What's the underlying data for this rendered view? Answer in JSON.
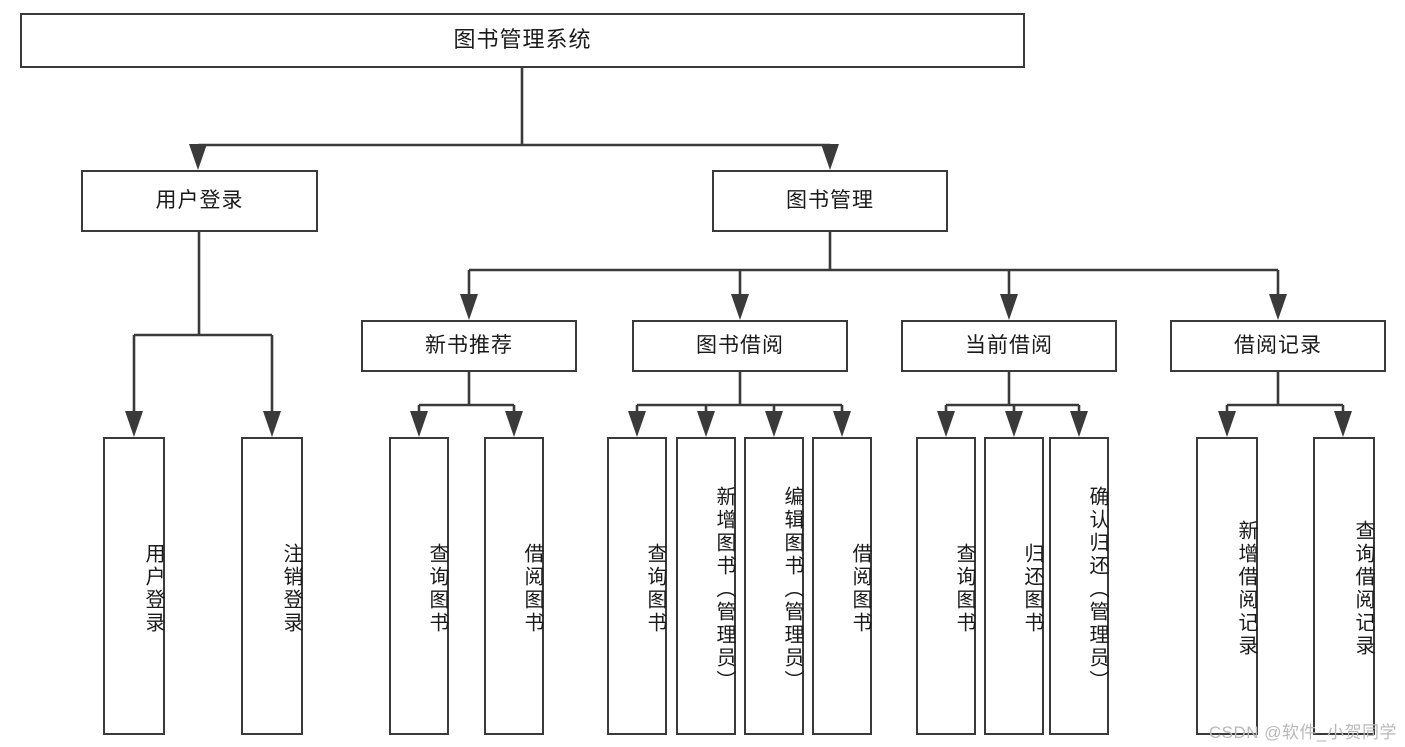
{
  "diagram": {
    "title": "图书管理系统",
    "type": "tree-hierarchy-diagram",
    "root": {
      "id": "root",
      "label": "图书管理系统"
    },
    "level1": [
      {
        "id": "user-login",
        "label": "用户登录"
      },
      {
        "id": "book-management",
        "label": "图书管理"
      }
    ],
    "level2": [
      {
        "id": "new-book-recommend",
        "label": "新书推荐",
        "parent": "book-management"
      },
      {
        "id": "book-borrow",
        "label": "图书借阅",
        "parent": "book-management"
      },
      {
        "id": "current-borrow",
        "label": "当前借阅",
        "parent": "book-management"
      },
      {
        "id": "borrow-record",
        "label": "借阅记录",
        "parent": "book-management"
      }
    ],
    "leaves": [
      {
        "id": "leaf-user-login",
        "label": "用户登录",
        "parent": "user-login"
      },
      {
        "id": "leaf-logout-login",
        "label": "注销登录",
        "parent": "user-login"
      },
      {
        "id": "leaf-query-book-1",
        "label": "查询图书",
        "parent": "new-book-recommend"
      },
      {
        "id": "leaf-borrow-book-1",
        "label": "借阅图书",
        "parent": "new-book-recommend"
      },
      {
        "id": "leaf-query-book-2",
        "label": "查询图书",
        "parent": "book-borrow"
      },
      {
        "id": "leaf-add-book",
        "label": "新增图书（管理员）",
        "parent": "book-borrow"
      },
      {
        "id": "leaf-edit-book",
        "label": "编辑图书（管理员）",
        "parent": "book-borrow"
      },
      {
        "id": "leaf-borrow-book-2",
        "label": "借阅图书",
        "parent": "book-borrow"
      },
      {
        "id": "leaf-query-book-3",
        "label": "查询图书",
        "parent": "current-borrow"
      },
      {
        "id": "leaf-return-book",
        "label": "归还图书",
        "parent": "current-borrow"
      },
      {
        "id": "leaf-confirm-return",
        "label": "确认归还（管理员）",
        "parent": "current-borrow"
      },
      {
        "id": "leaf-add-record",
        "label": "新增借阅记录",
        "parent": "borrow-record"
      },
      {
        "id": "leaf-query-record",
        "label": "查询借阅记录",
        "parent": "borrow-record"
      }
    ]
  },
  "watermark": {
    "text": "CSDN @软件_小贺同学"
  },
  "colors": {
    "stroke": "#3a3a3a",
    "background": "#ffffff",
    "text": "#1a1a1a",
    "watermark": "#b9b9b9"
  }
}
